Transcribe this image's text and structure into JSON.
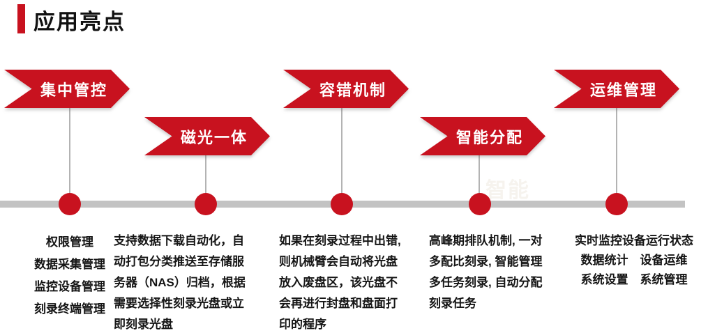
{
  "page": {
    "title": "应用亮点",
    "watermark": "智能",
    "accent_color": "#c8121f",
    "timeline_color": "#c3c3c3"
  },
  "timeline": {
    "items": [
      {
        "label": "集中管控",
        "description": "权限管理\n数据采集管理\n监控设备管理\n刻录终端管理"
      },
      {
        "label": "磁光一体",
        "description": "支持数据下载自动化，自\n动打包分类推送至存储服\n务器（NAS）归档，根据\n需要选择性刻录光盘或立\n即刻录光盘"
      },
      {
        "label": "容错机制",
        "description": "如果在刻录过程中出错,\n则机械臂会自动将光盘\n放入废盘区，该光盘不\n会再进行封盘和盘面打\n印的程序"
      },
      {
        "label": "智能分配",
        "description": "高峰期排队机制, 一对\n多配比刻录, 智能管理\n多任务刻录, 自动分配\n刻录任务"
      },
      {
        "label": "运维管理",
        "description": "实时监控设备运行状态\n数据统计　设备运维\n系统设置　系统管理"
      }
    ]
  }
}
